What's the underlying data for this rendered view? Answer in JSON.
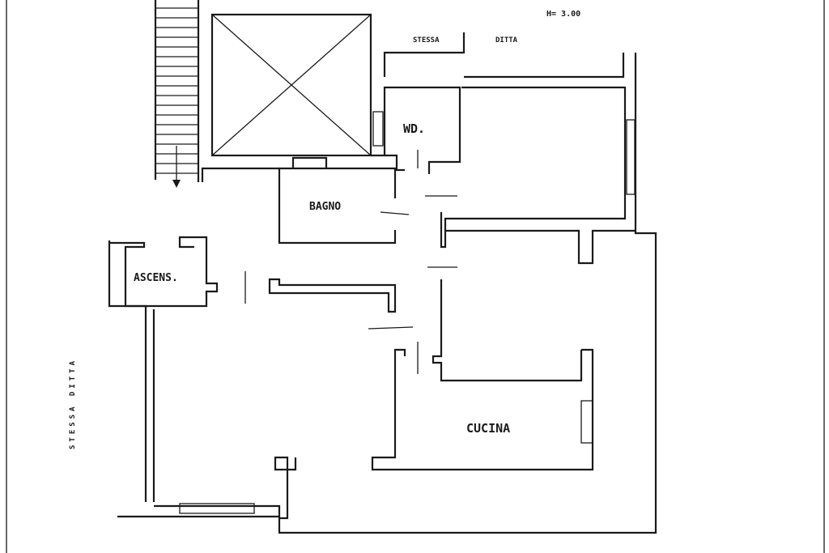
{
  "plan": {
    "height_note": "H= 3.00",
    "top_labels": {
      "left": "STESSA",
      "right": "DITTA"
    },
    "side_label": "STESSA DITTA",
    "rooms": {
      "wc": "WD.",
      "bathroom": "BAGNO",
      "elevator": "ASCENS.",
      "kitchen": "CUCINA"
    }
  }
}
